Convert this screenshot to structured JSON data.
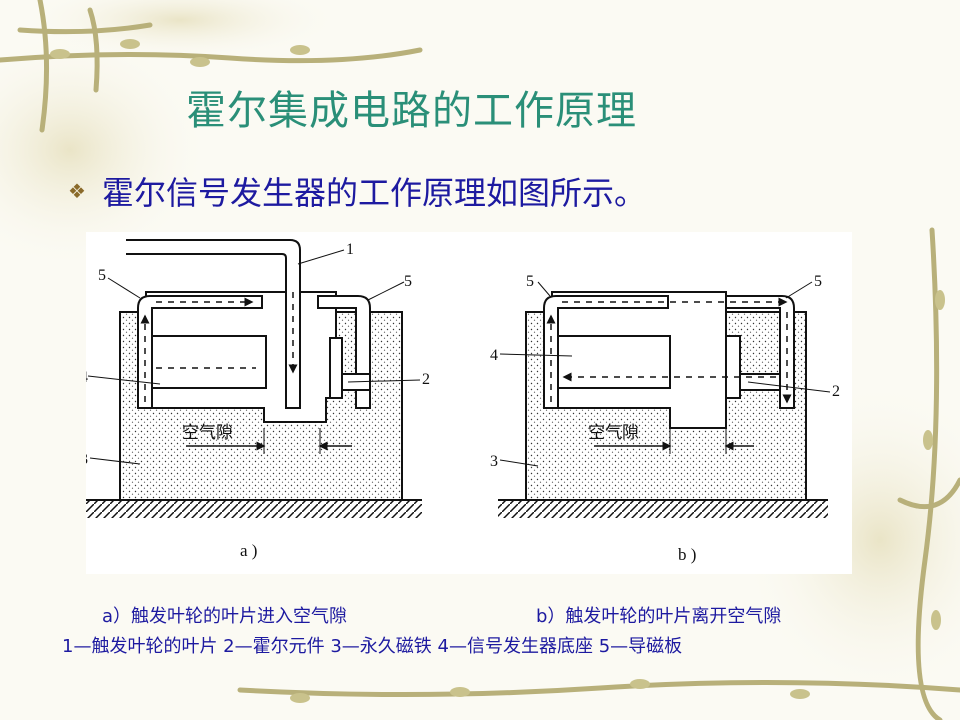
{
  "slide": {
    "title": "霍尔集成电路的工作原理",
    "bullet": "霍尔信号发生器的工作原理如图所示。"
  },
  "figure": {
    "part_a_label": "a )",
    "part_b_label": "b )",
    "air_gap_label": "空气隙",
    "callouts": {
      "n1": "1",
      "n2": "2",
      "n3": "3",
      "n4": "4",
      "n5": "5"
    }
  },
  "captions": {
    "a": "a）触发叶轮的叶片进入空气隙",
    "b": "b）触发叶轮的叶片离开空气隙",
    "legend": "1—触发叶轮的叶片  2—霍尔元件  3—永久磁铁  4—信号发生器底座  5—导磁板"
  },
  "colors": {
    "title": "#2a8f78",
    "text": "#1d1aa0",
    "bullet": "#8a6a2a"
  }
}
